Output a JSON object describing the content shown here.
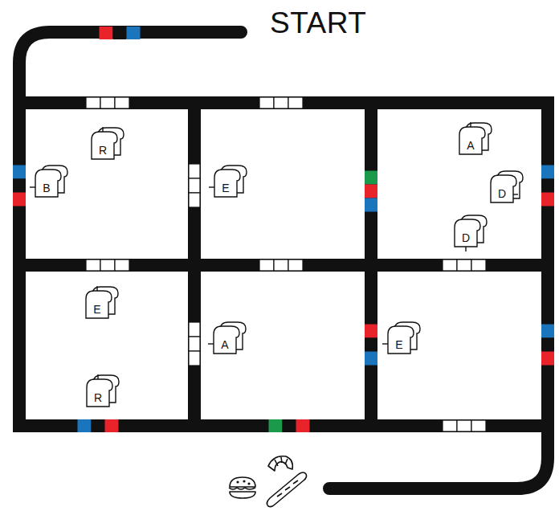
{
  "diagram": {
    "nodes": [
      {
        "text": [
          "R"
        ]
      },
      {
        "text": [
          "B"
        ]
      },
      {
        "text": [
          "E"
        ]
      },
      {
        "text": [
          "A"
        ]
      },
      {
        "text": [
          "D"
        ]
      },
      {
        "text": [
          "D"
        ]
      },
      {
        "text": [
          "E"
        ]
      },
      {
        "text": [
          "R"
        ]
      },
      {
        "text": [
          "A"
        ]
      },
      {
        "text": [
          "E"
        ]
      }
    ],
    "labels": [
      "START"
    ]
  }
}
